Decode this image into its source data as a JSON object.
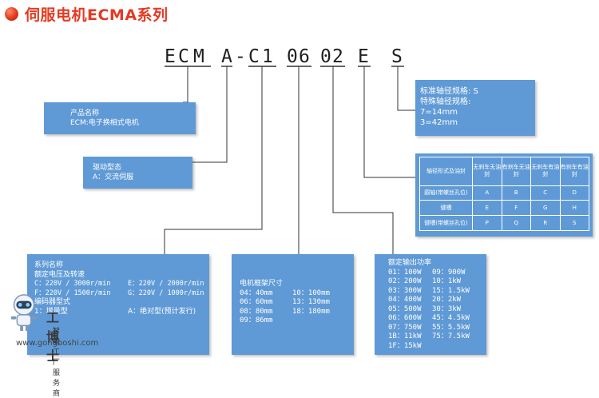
{
  "title": "伺服电机ECMA系列",
  "model_code": [
    "E",
    "C",
    "M",
    "A",
    "-",
    "C",
    "1",
    "0",
    "6",
    "0",
    "2",
    "E",
    "S"
  ],
  "boxes": {
    "product_name": {
      "heading": "产品名称",
      "text": "ECM:电子换相式电机"
    },
    "drive_type": {
      "heading": "驱动型态",
      "text": "A：交流伺服"
    },
    "shaft_spec": {
      "lines": [
        "标准轴径规格: S",
        "特殊轴径规格:",
        "7=14mm",
        "3=42mm"
      ]
    },
    "series": {
      "heading": "系列名称",
      "sub": "额定电压及转速",
      "rows": [
        [
          "C：220V / 3000r/min",
          "E：220V / 2000r/min"
        ],
        [
          "F：220V / 1500r/min",
          "G：220V / 1000r/min"
        ]
      ],
      "encoder_heading": "编码器型式",
      "encoder_left": "1：增量型",
      "encoder_right": "A：绝对型(预计发行)"
    },
    "frame": {
      "heading": "电机框架尺寸",
      "rows": [
        [
          "04：40mm",
          "10：100mm"
        ],
        [
          "06：60mm",
          "13：130mm"
        ],
        [
          "08：80mm",
          "18：180mm"
        ],
        [
          "09：86mm",
          ""
        ]
      ]
    },
    "power": {
      "heading": "额定输出功率",
      "rows": [
        [
          "01：100W",
          "09：900W"
        ],
        [
          "02：200W",
          "10：1kW"
        ],
        [
          "03：300W",
          "15：1.5kW"
        ],
        [
          "04：400W",
          "20：2kW"
        ],
        [
          "05：500W",
          "30：3kW"
        ],
        [
          "06：600W",
          "45：4.5kW"
        ],
        [
          "07：750W",
          "55：5.5kW"
        ],
        [
          "1B：11kW",
          "75：7.5kW"
        ],
        [
          "1F：15kW",
          ""
        ]
      ]
    }
  },
  "options_table": {
    "header": [
      "轴径形式及油封",
      "无刹车无油封",
      "有刹车无油封",
      "无刹车有油封",
      "有刹车有油封"
    ],
    "rows": [
      [
        "圆轴(带螺丝孔位)",
        "A",
        "B",
        "C",
        "D"
      ],
      [
        "键槽",
        "E",
        "F",
        "G",
        "H"
      ],
      [
        "键槽(带螺丝孔位)",
        "P",
        "Q",
        "R",
        "S"
      ]
    ]
  },
  "watermark": {
    "brand": "工博士",
    "sub": "智能工厂服务商",
    "url": "www.gongboshi.com"
  },
  "colors": {
    "box": "#5f9ad6",
    "title": "#e53a22",
    "line": "#333333"
  }
}
